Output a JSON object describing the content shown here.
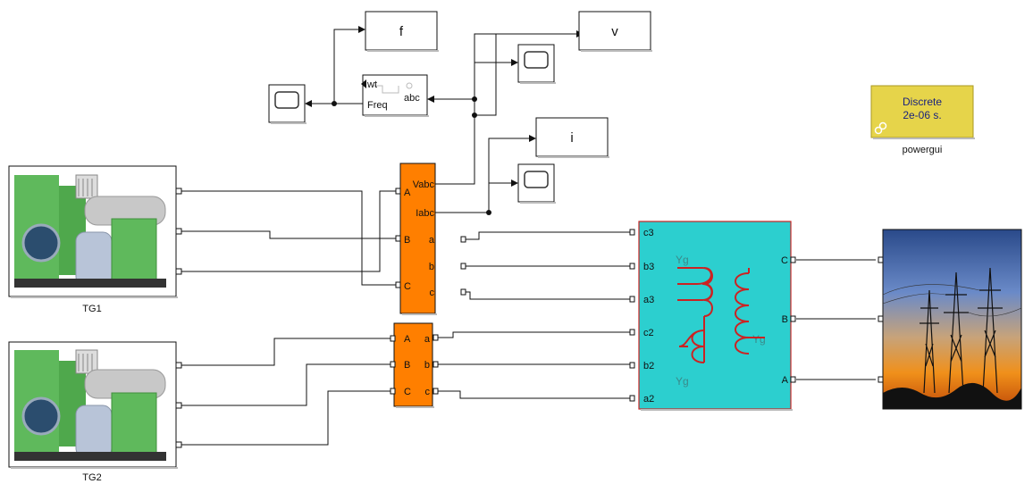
{
  "gotos": {
    "f": "f",
    "v": "v",
    "i": "i"
  },
  "pll": {
    "in_wt": "wt",
    "in_freq": "Freq",
    "out": "abc"
  },
  "powergui": {
    "line1": "Discrete",
    "line2": "2e-06 s.",
    "caption": "powergui"
  },
  "meas": {
    "in_a": "A",
    "in_b": "B",
    "in_c": "C",
    "vabc": "Vabc",
    "iabc": "Iabc",
    "out_a": "a",
    "out_b": "b",
    "out_c": "c"
  },
  "breaker2": {
    "in_a": "A",
    "in_b": "B",
    "in_c": "C",
    "out_a": "a",
    "out_b": "b",
    "out_c": "c"
  },
  "transformer": {
    "ports_left": [
      "c3",
      "b3",
      "a3",
      "c2",
      "b2",
      "a2"
    ],
    "ports_right": [
      "C",
      "B",
      "A"
    ],
    "yg_labels": [
      "Yg",
      "Yg",
      "Yg"
    ],
    "body_color": "#2ccfcf",
    "border_color": "#cc2222"
  },
  "generators": {
    "tg1": "TG1",
    "tg2": "TG2"
  },
  "colors": {
    "orange": "#ff7f00",
    "powergui": "#e6d44a",
    "generator_green": "#5fb95c"
  }
}
